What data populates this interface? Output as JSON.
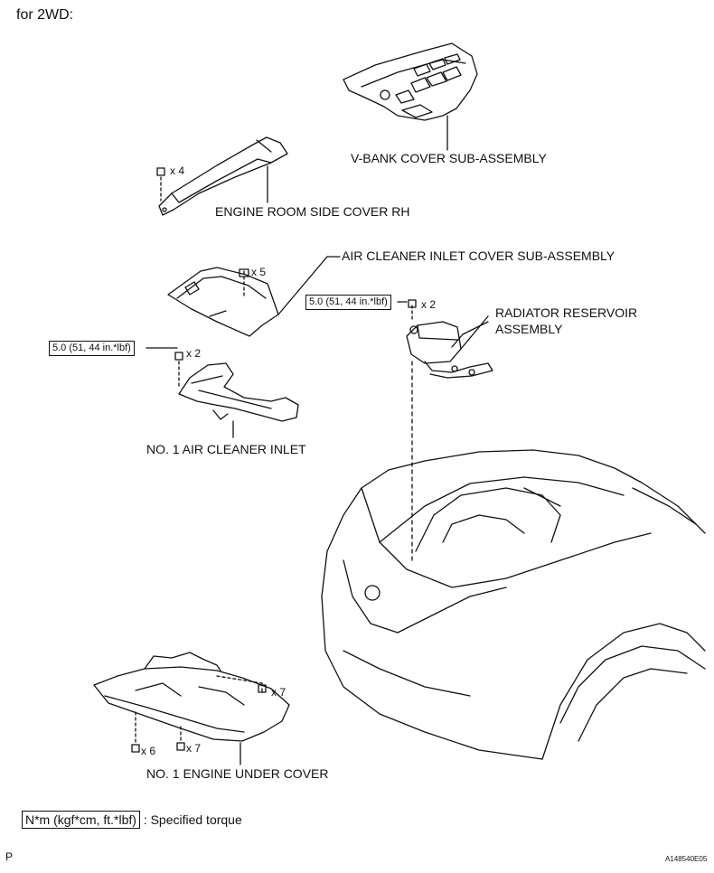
{
  "header": {
    "title": "for 2WD:"
  },
  "labels": {
    "v_bank_cover": "V-BANK COVER SUB-ASSEMBLY",
    "engine_room_side_cover": "ENGINE ROOM SIDE COVER RH",
    "air_cleaner_inlet_cover": "AIR CLEANER INLET COVER SUB-ASSEMBLY",
    "radiator_reservoir_line1": "RADIATOR RESERVOIR",
    "radiator_reservoir_line2": "ASSEMBLY",
    "air_cleaner_inlet": "NO. 1 AIR CLEANER INLET",
    "engine_under_cover": "NO. 1 ENGINE UNDER COVER"
  },
  "quantities": {
    "side_cover_bolts": "x 4",
    "inlet_cover_clips": "x 5",
    "reservoir_bolts": "x 2",
    "air_inlet_bolts": "x 2",
    "under_cover_bolts_a": "x 7",
    "under_cover_bolts_b": "x 6",
    "under_cover_bolts_c": "x 7"
  },
  "torques": {
    "reservoir": "5.0 (51, 44 in.*lbf)",
    "air_inlet": "5.0 (51, 44 in.*lbf)"
  },
  "legend": {
    "unit_box": "N*m (kgf*cm, ft.*lbf)",
    "description": ": Specified torque"
  },
  "footer": {
    "page_marker": "P",
    "figure_code": "A148540E05"
  }
}
